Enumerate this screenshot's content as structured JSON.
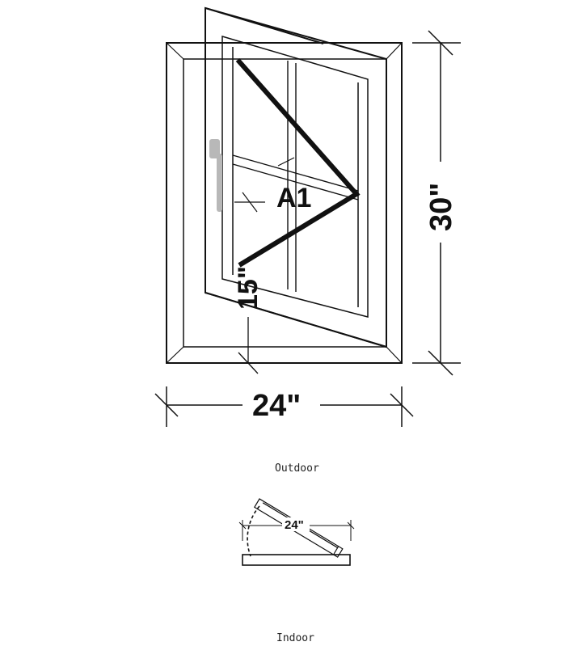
{
  "elevation": {
    "width_label": "24\"",
    "height_label": "30\"",
    "handle_height_label": "15\"",
    "sash_label": "A1"
  },
  "plan": {
    "outdoor_label": "Outdoor",
    "indoor_label": "Indoor",
    "swing_width_label": "24\""
  },
  "colors": {
    "line": "#111111",
    "handle": "#b8b8b8",
    "swing_marker": "#111111"
  }
}
